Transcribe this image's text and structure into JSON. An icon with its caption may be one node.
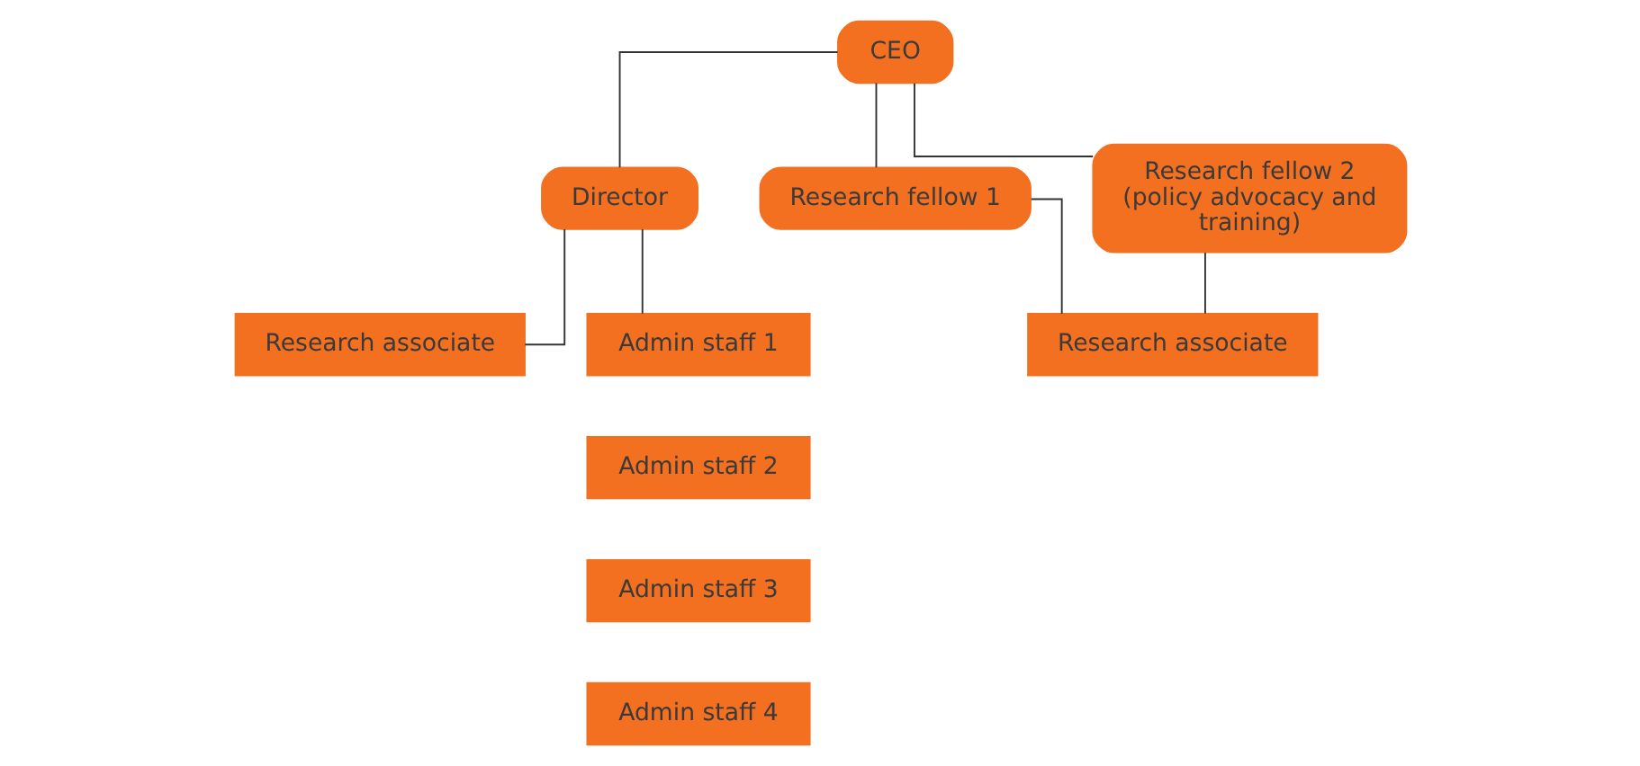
{
  "diagram": {
    "nodes": [
      {
        "text": [
          "CEO"
        ]
      },
      {
        "text": [
          "Director"
        ]
      },
      {
        "text": [
          "Research fellow 1"
        ]
      },
      {
        "text": [
          "Research fellow 2 (policy advocacy and training)"
        ]
      },
      {
        "text": [
          "Research associate"
        ]
      },
      {
        "text": [
          "Research associate"
        ]
      },
      {
        "text": [
          "Admin staff 1"
        ]
      },
      {
        "text": [
          "Admin staff 2"
        ]
      },
      {
        "text": [
          "Admin staff 3"
        ]
      },
      {
        "text": [
          "Admin staff 4"
        ]
      }
    ],
    "edges": [
      {
        "from": 0,
        "to": 2,
        "arrow": "none"
      },
      {
        "from": 0,
        "to": 3,
        "arrow": "none"
      },
      {
        "from": 0,
        "to": 1,
        "arrow": "none"
      },
      {
        "from": 1,
        "to": 4,
        "arrow": "none"
      },
      {
        "from": 1,
        "to": 6,
        "arrow": "none"
      },
      {
        "from": 2,
        "to": 5,
        "arrow": "none"
      },
      {
        "from": 3,
        "to": 5,
        "arrow": "none"
      }
    ]
  }
}
